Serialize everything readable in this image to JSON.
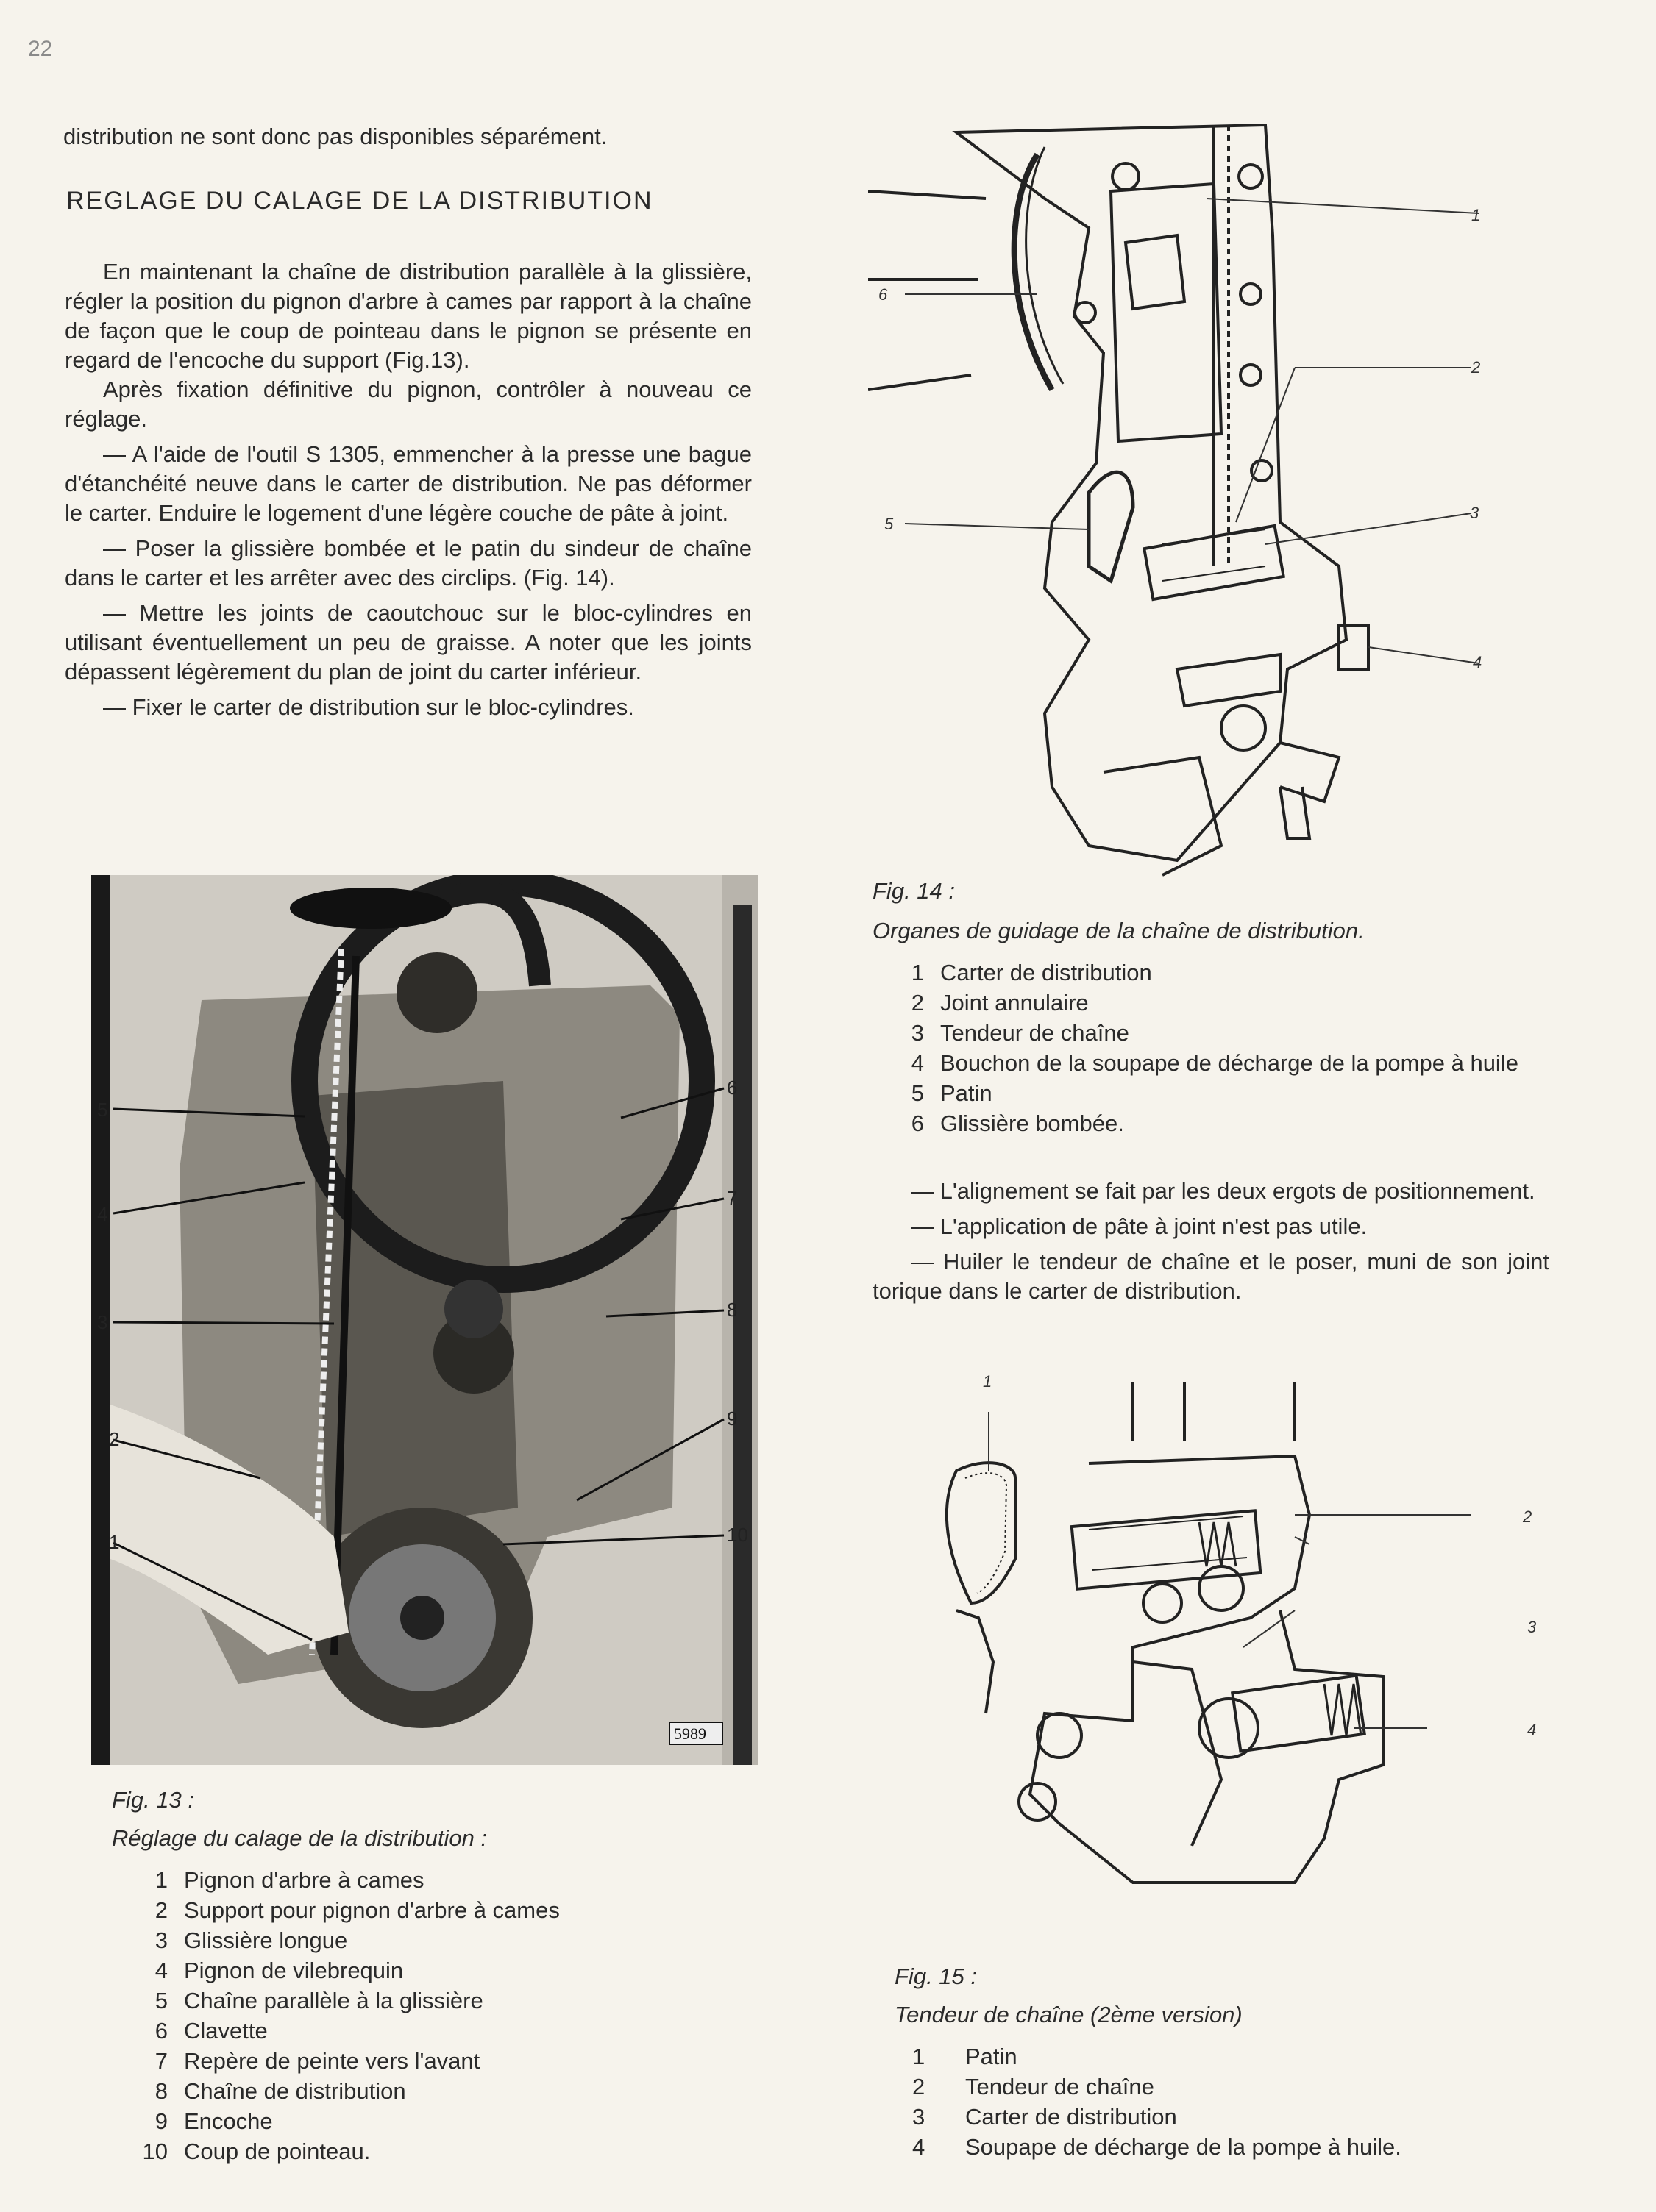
{
  "page": {
    "number": "22"
  },
  "left": {
    "top_line": "distribution ne sont donc pas disponibles séparément.",
    "section_title": "REGLAGE DU CALAGE DE LA DISTRIBUTION",
    "paragraphs": [
      "En maintenant la chaîne de distribution parallèle à la glissière, régler la position du pignon d'arbre à cames par rapport à la chaîne de façon que le coup de pointeau dans le pignon se présente en regard de l'encoche du support (Fig.13).",
      "Après fixation définitive du pignon, contrôler à nouveau ce réglage.",
      "— A l'aide de l'outil S 1305, emmencher à la presse une bague d'étanchéité neuve dans le carter de distribution. Ne pas déformer le carter. Enduire le logement d'une légère couche de pâte à joint.",
      "— Poser la glissière bombée et le patin du sindeur de chaîne dans le carter et les arrêter avec des circlips. (Fig. 14).",
      "— Mettre les joints de caoutchouc sur le bloc-cylindres en utilisant éventuellement un peu de graisse. A noter que les joints dépassent légèrement du plan de joint du carter inférieur.",
      "— Fixer le carter de distribution sur le bloc-cylindres."
    ],
    "photo": {
      "stamp": "5989",
      "callouts": [
        "1",
        "2",
        "3",
        "4",
        "5",
        "6",
        "7",
        "8",
        "9",
        "10"
      ]
    },
    "fig13": {
      "label": "Fig. 13 :",
      "title": "Réglage du calage de la distribution :",
      "items": [
        {
          "n": "1",
          "t": "Pignon d'arbre à cames"
        },
        {
          "n": "2",
          "t": "Support pour pignon d'arbre à cames"
        },
        {
          "n": "3",
          "t": "Glissière longue"
        },
        {
          "n": "4",
          "t": "Pignon de vilebrequin"
        },
        {
          "n": "5",
          "t": "Chaîne parallèle à la glissière"
        },
        {
          "n": "6",
          "t": "Clavette"
        },
        {
          "n": "7",
          "t": "Repère de peinte vers l'avant"
        },
        {
          "n": "8",
          "t": "Chaîne de distribution"
        },
        {
          "n": "9",
          "t": "Encoche"
        },
        {
          "n": "10",
          "t": "Coup de pointeau."
        }
      ]
    }
  },
  "right": {
    "fig14": {
      "callouts": [
        "1",
        "2",
        "3",
        "4",
        "5",
        "6"
      ],
      "label": "Fig. 14 :",
      "title": "Organes de guidage de la chaîne de distribution.",
      "items": [
        {
          "n": "1",
          "t": "Carter de distribution"
        },
        {
          "n": "2",
          "t": "Joint annulaire"
        },
        {
          "n": "3",
          "t": "Tendeur de chaîne"
        },
        {
          "n": "4",
          "t": "Bouchon de la soupape de décharge de la pompe à huile"
        },
        {
          "n": "5",
          "t": "Patin"
        },
        {
          "n": "6",
          "t": "Glissière bombée."
        }
      ]
    },
    "paragraphs": [
      "— L'alignement se fait par les deux ergots de positionnement.",
      "— L'application de pâte à joint n'est pas utile.",
      "— Huiler le tendeur de chaîne et le poser, muni de son joint torique dans le carter de distribution."
    ],
    "fig15": {
      "callouts": [
        "1",
        "2",
        "3",
        "4"
      ],
      "label": "Fig. 15 :",
      "title": "Tendeur de chaîne (2ème version)",
      "items": [
        {
          "n": "1",
          "t": "Patin"
        },
        {
          "n": "2",
          "t": "Tendeur de chaîne"
        },
        {
          "n": "3",
          "t": "Carter de distribution"
        },
        {
          "n": "4",
          "t": "Soupape de décharge de la pompe à huile."
        }
      ]
    }
  }
}
